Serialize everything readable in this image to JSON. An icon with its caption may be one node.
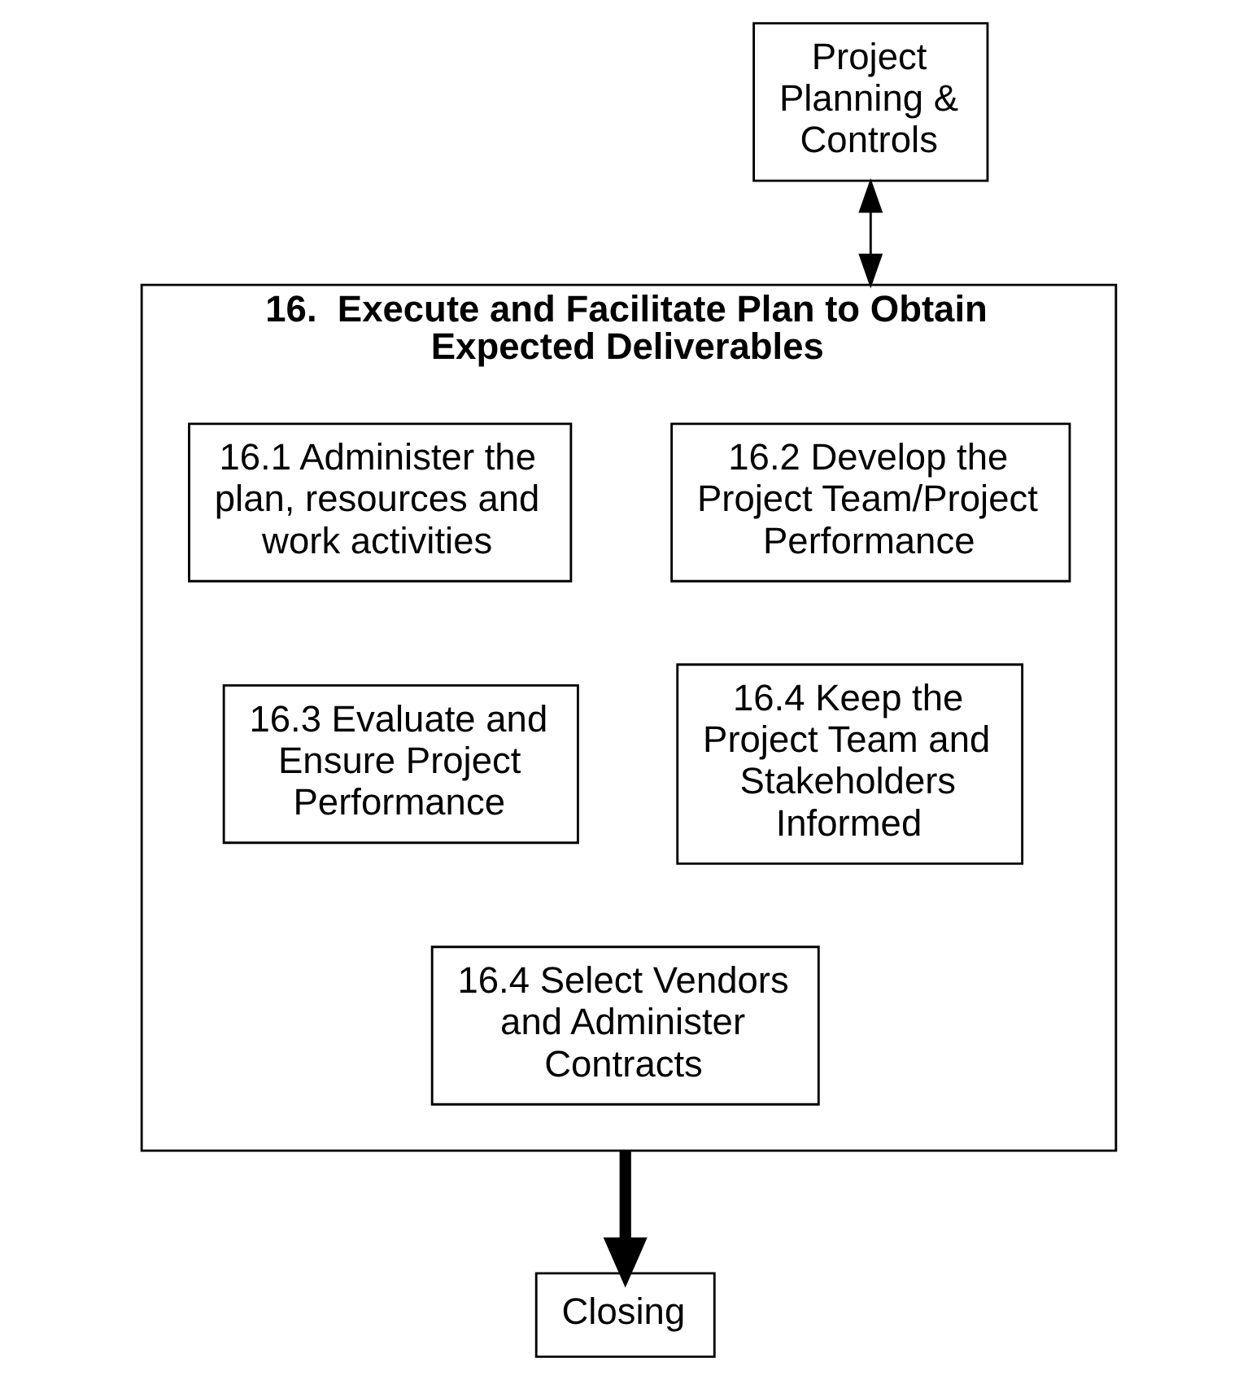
{
  "diagram": {
    "nodes": [
      {
        "text": [
          "Project Planning & Controls"
        ]
      },
      {
        "text": [
          "16.  Execute and Facilitate Plan to Obtain Expected Deliverables"
        ]
      },
      {
        "text": [
          "16.1 Administer the plan, resources and work activities"
        ],
        "in": 1
      },
      {
        "text": [
          "16.2 Develop the Project Team/Project Performance"
        ],
        "in": 1
      },
      {
        "text": [
          "16.3 Evaluate and Ensure Project Performance"
        ],
        "in": 1
      },
      {
        "text": [
          "16.4 Keep the Project Team and Stakeholders Informed"
        ],
        "in": 1
      },
      {
        "text": [
          "16.4 Select Vendors and Administer Contracts"
        ],
        "in": 1
      },
      {
        "text": [
          "Closing"
        ]
      }
    ],
    "edges": [
      {
        "from": 0,
        "to": 1,
        "arrow": "both"
      },
      {
        "from": 1,
        "to": 7,
        "arrow": "to",
        "style": "thick"
      }
    ]
  }
}
